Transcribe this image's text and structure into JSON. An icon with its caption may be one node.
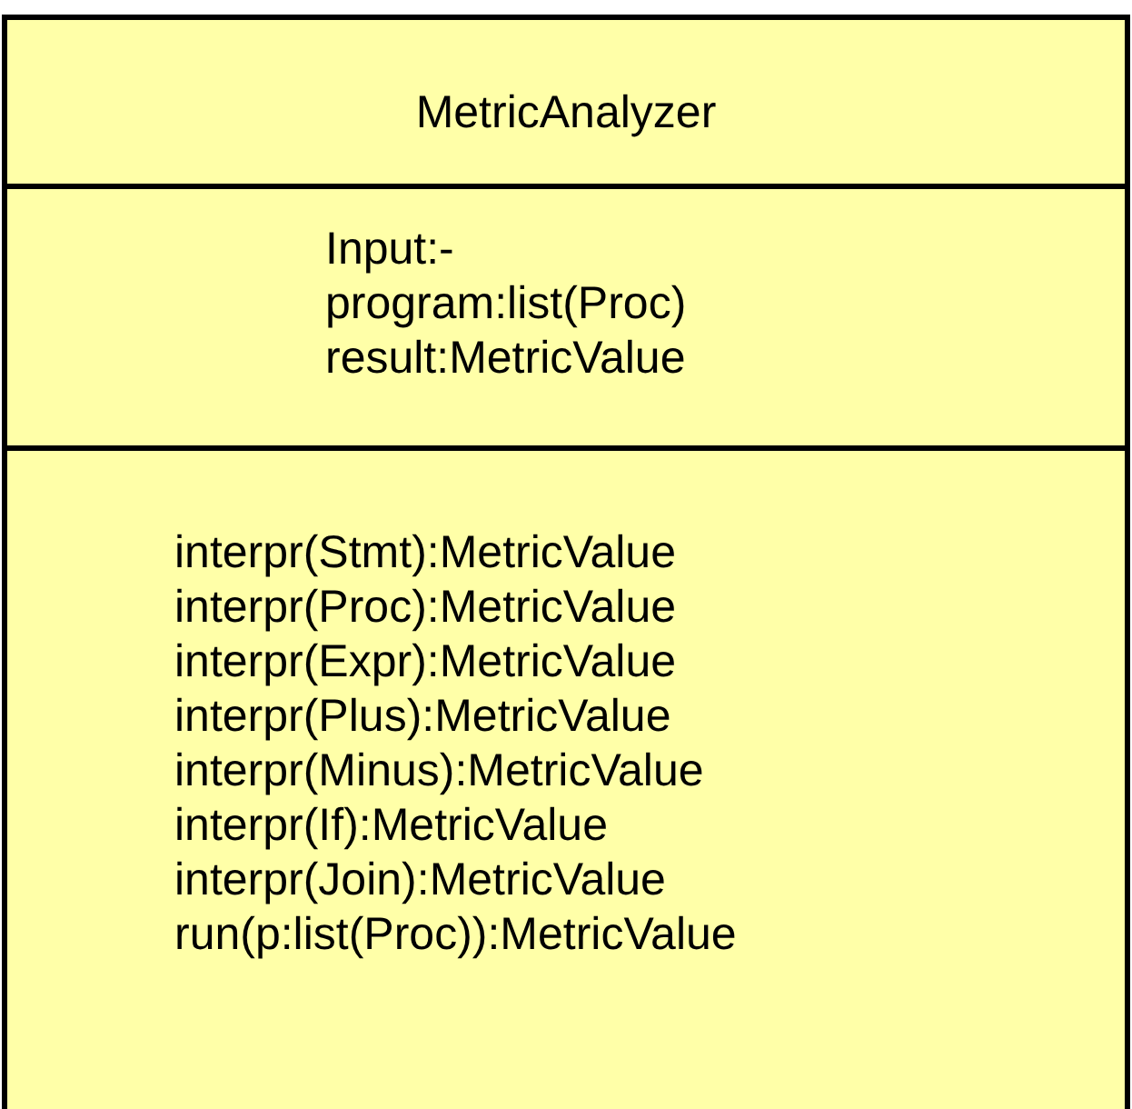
{
  "diagram": {
    "nodes": [
      {
        "text": [
          "MetricAnalyzer"
        ]
      },
      {
        "text": [
          "Input:-",
          "program:list(Proc)",
          "result:MetricValue"
        ],
        "in": 0
      },
      {
        "text": [
          "interpr(Stmt):MetricValue",
          "interpr(Proc):MetricValue",
          "interpr(Expr):MetricValue",
          "interpr(Plus):MetricValue",
          "interpr(Minus):MetricValue",
          "interpr(If):MetricValue",
          "interpr(Join):MetricValue",
          "run(p:list(Proc)):MetricValue"
        ],
        "in": 0
      }
    ]
  }
}
